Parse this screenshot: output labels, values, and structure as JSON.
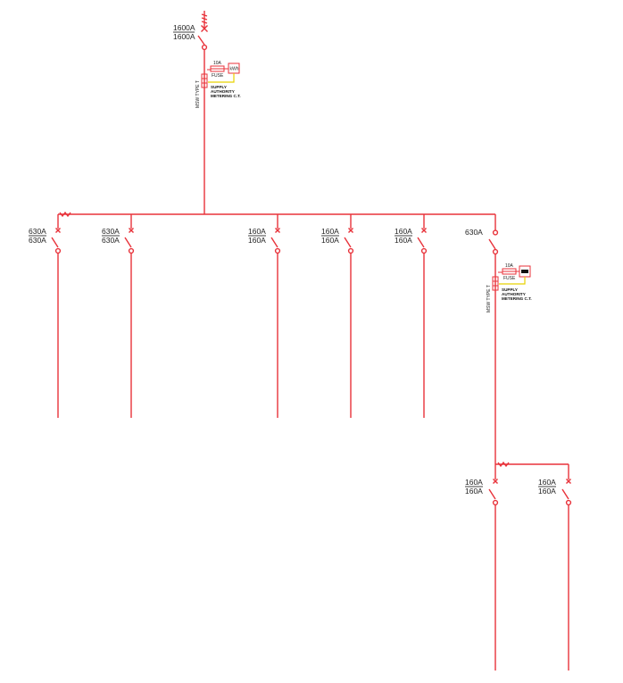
{
  "main_breaker": {
    "top": "1600A",
    "bottom": "1600A"
  },
  "main_metering": {
    "fuse_rating": "10A",
    "fuse_label": "FUSE",
    "meter_label": "kWh",
    "vt_label": "MSW TYPE T",
    "block_line1": "SUPPLY",
    "block_line2": "AUTHORITY",
    "block_line3": "METERING C.T."
  },
  "feeders": [
    {
      "top": "630A",
      "bottom": "630A"
    },
    {
      "top": "630A",
      "bottom": "630A"
    },
    {
      "top": "160A",
      "bottom": "160A"
    },
    {
      "top": "160A",
      "bottom": "160A"
    },
    {
      "top": "160A",
      "bottom": "160A"
    },
    {
      "top": "630A",
      "bottom": ""
    }
  ],
  "sub_metering": {
    "fuse_rating": "10A",
    "fuse_label": "FUSE",
    "vt_label": "MSW TYPE T",
    "block_line1": "SUPPLY",
    "block_line2": "AUTHORITY",
    "block_line3": "METERING C.T."
  },
  "sub_feeders": [
    {
      "top": "160A",
      "bottom": "160A"
    },
    {
      "top": "160A",
      "bottom": "160A"
    }
  ]
}
